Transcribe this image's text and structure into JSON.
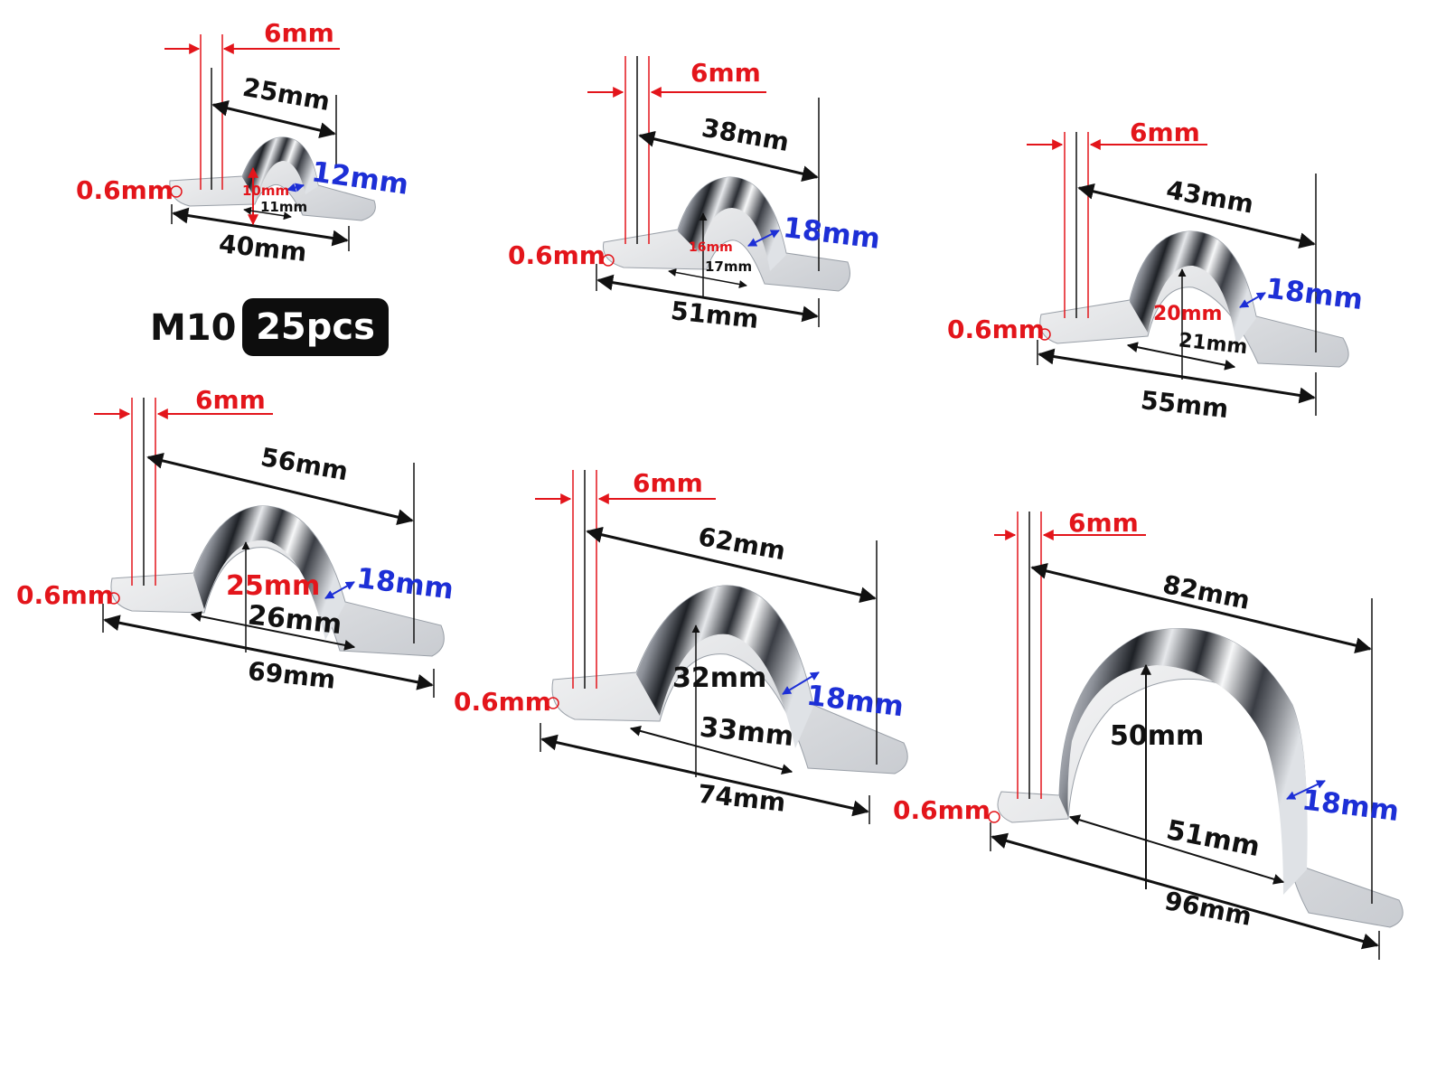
{
  "product": {
    "thread": "M10",
    "quantity": "25pcs"
  },
  "clamps": [
    {
      "name": "clamp-1",
      "width": "6mm",
      "thickness": "0.6mm",
      "span": "25mm",
      "strap": "12mm",
      "height": "10mm",
      "inner": "11mm",
      "overall": "40mm"
    },
    {
      "name": "clamp-2",
      "width": "6mm",
      "thickness": "0.6mm",
      "span": "38mm",
      "strap": "18mm",
      "height": "16mm",
      "inner": "17mm",
      "overall": "51mm"
    },
    {
      "name": "clamp-3",
      "width": "6mm",
      "thickness": "0.6mm",
      "span": "43mm",
      "strap": "18mm",
      "height": "20mm",
      "inner": "21mm",
      "overall": "55mm"
    },
    {
      "name": "clamp-4",
      "width": "6mm",
      "thickness": "0.6mm",
      "span": "56mm",
      "strap": "18mm",
      "height": "25mm",
      "inner": "26mm",
      "overall": "69mm"
    },
    {
      "name": "clamp-5",
      "width": "6mm",
      "thickness": "0.6mm",
      "span": "62mm",
      "strap": "18mm",
      "height": "32mm",
      "inner": "33mm",
      "overall": "74mm"
    },
    {
      "name": "clamp-6",
      "width": "6mm",
      "thickness": "0.6mm",
      "span": "82mm",
      "strap": "18mm",
      "height": "50mm",
      "inner": "51mm",
      "overall": "96mm"
    }
  ],
  "colors": {
    "dimension_red": "#e3151b",
    "dimension_blue": "#1d2fd6",
    "dimension_black": "#111111",
    "metal_light": "#eef0f2",
    "metal_dark": "#2a2d33"
  }
}
